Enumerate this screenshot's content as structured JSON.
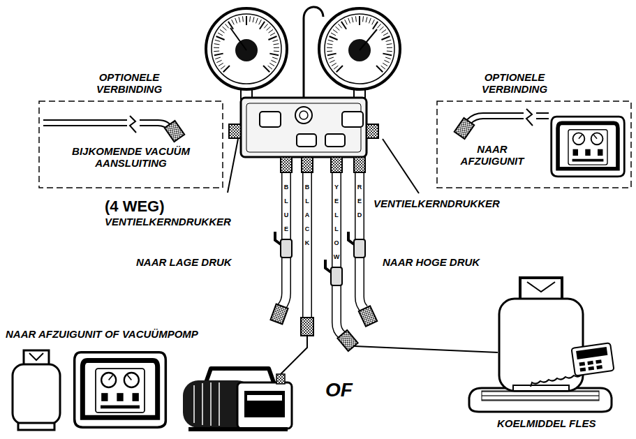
{
  "diagram": {
    "title": "(4 WEG)",
    "nodes": [
      {
        "text": [
          "OPTIONELE VERBINDING",
          "BIJKOMENDE VACUÜM AANSLUITING"
        ]
      },
      {
        "text": [
          "OPTIONELE VERBINDING",
          "NAAR AFZUIGUNIT"
        ]
      }
    ],
    "labels": [
      "VENTIELKERNDRUKKER",
      "VENTIELKERNDRUKKER",
      "NAAR LAGE DRUK",
      "NAAR HOGE DRUK",
      "BLUE",
      "BLACK",
      "YELLOW",
      "RED",
      "NAAR AFZUIGUNIT OF VACUÜMPOMP",
      "OF",
      "KOELMIDDEL FLES"
    ]
  }
}
